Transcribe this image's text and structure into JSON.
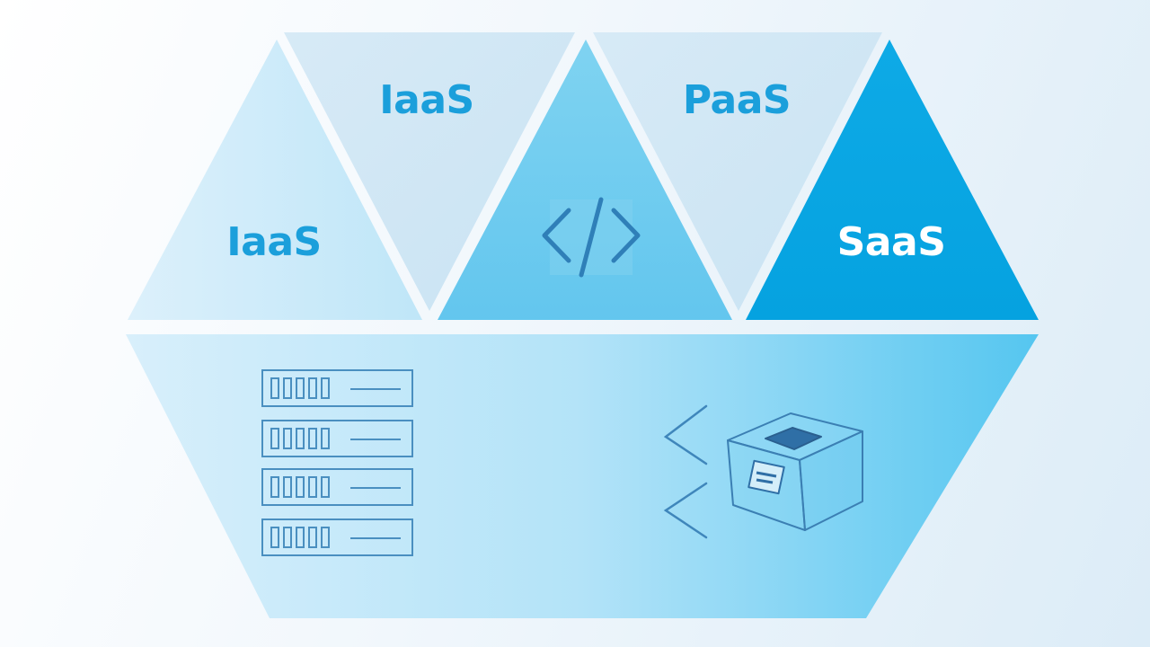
{
  "diagram": {
    "labels": {
      "iaas_top": "IaaS",
      "paas_top": "PaaS",
      "iaas_left": "IaaS",
      "saas": "SaaS"
    },
    "icons": {
      "code": "code-brackets-icon",
      "server": "server-rack-icon",
      "box": "software-box-icon",
      "chevrons": "chevron-left-icon"
    },
    "colors": {
      "background": "#f1f7fc",
      "label_blue": "#1b9fdb",
      "saas_fill": "#08a9e6",
      "paas_fill": "#6ccbef",
      "light_fill": "#c6e6f6",
      "icon_stroke": "#2f84bf",
      "divider": "#ffffff"
    }
  }
}
